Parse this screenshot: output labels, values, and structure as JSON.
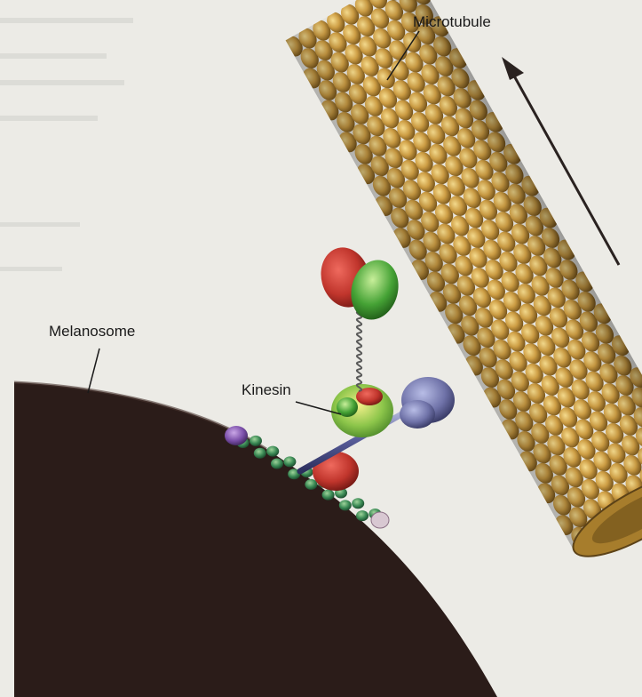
{
  "labels": {
    "microtubule": "Microtubule",
    "melanosome": "Melanosome",
    "kinesin": "Kinesin"
  },
  "colors": {
    "paper": "#ecebe6",
    "melanosome": "#2b1c19",
    "tubulin": "#c89a3e",
    "kinesin_head_red": "#c0352c",
    "kinesin_head_green": "#3f9a33",
    "dynein_blue": "#6f72a8",
    "actin_green": "#2f7a4a",
    "arrow": "#2a2220"
  },
  "icons": {
    "direction_arrow": "arrow-up-left-icon"
  }
}
